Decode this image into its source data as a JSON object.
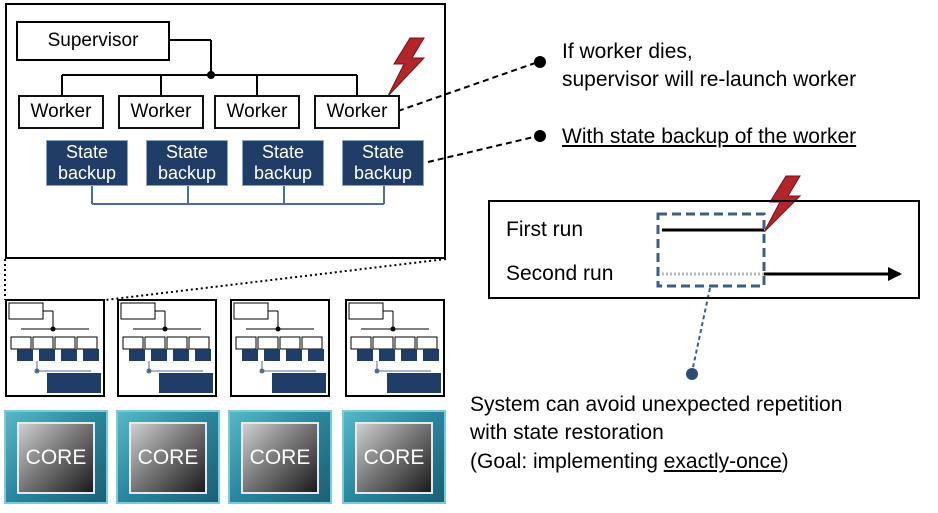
{
  "diagram": {
    "supervisor_label": "Supervisor",
    "workers": [
      "Worker",
      "Worker",
      "Worker",
      "Worker"
    ],
    "state_backups": [
      {
        "line1": "State",
        "line2": "backup"
      },
      {
        "line1": "State",
        "line2": "backup"
      },
      {
        "line1": "State",
        "line2": "backup"
      },
      {
        "line1": "State",
        "line2": "backup"
      }
    ],
    "cores": [
      "CORE",
      "CORE",
      "CORE",
      "CORE"
    ]
  },
  "notes": {
    "note1_line1": "If worker dies,",
    "note1_line2": "supervisor will re-launch worker",
    "note2": "With state backup of the worker"
  },
  "runs": {
    "first": "First run",
    "second": "Second run"
  },
  "bottom_text": {
    "line1": "System can avoid unexpected repetition",
    "line2": "with state restoration",
    "line3_prefix": "(Goal: implementing ",
    "line3_link": "exactly-once",
    "line3_suffix": ")"
  },
  "colors": {
    "state_fill": "#1f3d66",
    "lightning": "#b2262a",
    "dashed_box": "#3c5f86",
    "core_teal": "#2a8aa0"
  }
}
